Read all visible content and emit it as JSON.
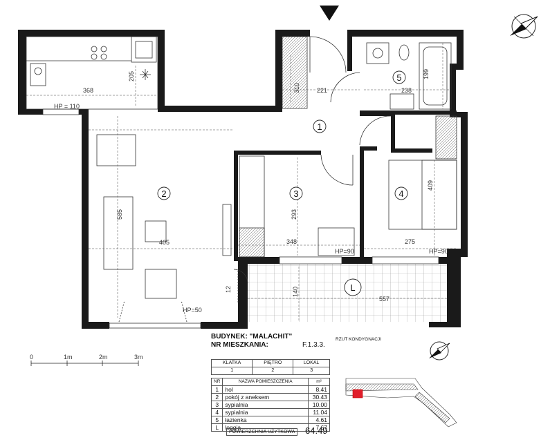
{
  "rooms_labels": {
    "r1": "1",
    "r2": "2",
    "r3": "3",
    "r4": "4",
    "r5": "5",
    "rL": "L"
  },
  "dimensions": {
    "kitchen_w": "368",
    "kitchen_h": "205",
    "hp110": "HP = 110",
    "d310": "310",
    "d221": "221",
    "d238": "238",
    "d199": "199",
    "d585": "585",
    "d405": "405",
    "d293": "293",
    "d348": "348",
    "d409": "409",
    "d275": "275",
    "hp90a": "HP=90",
    "hp90b": "HP=90",
    "d140": "140",
    "d557": "557",
    "hp50": "HP=50",
    "d12": "12"
  },
  "scale": {
    "s0": "0",
    "s1": "1m",
    "s2": "2m",
    "s3": "3m"
  },
  "info": {
    "building_label": "BUDYNEK:",
    "building_name": "\"MALACHIT\"",
    "apartment_label": "NR MIESZKANIA:",
    "apartment_no": "F.1.3.3.",
    "rzut": "RZUT KONDYGNACJI",
    "table_head": [
      "KLATKA",
      "PIĘTRO",
      "LOKAL"
    ],
    "table_vals": [
      "1",
      "2",
      "3"
    ],
    "rooms_head": [
      "NR",
      "NAZWA POMIESZCZENIA",
      "m²"
    ],
    "rooms": [
      {
        "nr": "1",
        "name": "hol",
        "area": "8.41"
      },
      {
        "nr": "2",
        "name": "pokój z aneksem",
        "area": "30.43"
      },
      {
        "nr": "3",
        "name": "sypialnia",
        "area": "10.00"
      },
      {
        "nr": "4",
        "name": "sypialnia",
        "area": "11.04"
      },
      {
        "nr": "5",
        "name": "łazienka",
        "area": "4.61"
      },
      {
        "nr": "L",
        "name": "loggia",
        "area": "7.67"
      }
    ],
    "total_label": "POWIERZCHNIA UŻYTKOWA",
    "total_value": "64.49"
  }
}
